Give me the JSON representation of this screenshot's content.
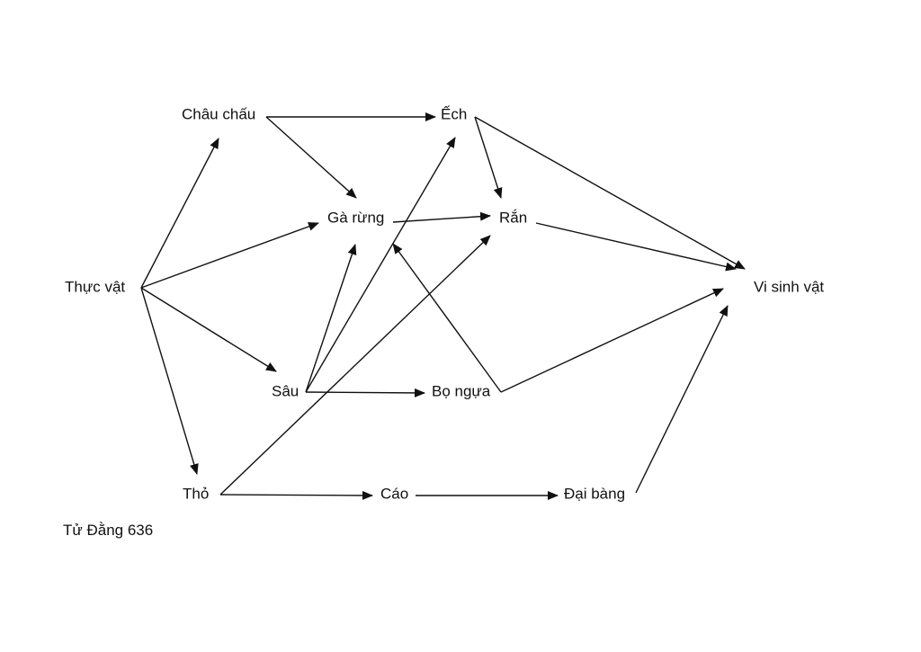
{
  "diagram": {
    "nodes": [
      {
        "id": "thuc-vat",
        "label": "Thực vật"
      },
      {
        "id": "chau-chau",
        "label": "Châu chấu"
      },
      {
        "id": "ech",
        "label": "Ếch"
      },
      {
        "id": "ga-rung",
        "label": "Gà rừng"
      },
      {
        "id": "ran",
        "label": "Rắn"
      },
      {
        "id": "sau",
        "label": "Sâu"
      },
      {
        "id": "bo-ngua",
        "label": "Bọ ngựa"
      },
      {
        "id": "tho",
        "label": "Thỏ"
      },
      {
        "id": "cao",
        "label": "Cáo"
      },
      {
        "id": "dai-bang",
        "label": "Đại bàng"
      },
      {
        "id": "vi-sinh-vat",
        "label": "Vi sinh vật"
      }
    ],
    "edges": [
      {
        "from": "thuc-vat",
        "to": "chau-chau"
      },
      {
        "from": "thuc-vat",
        "to": "ga-rung"
      },
      {
        "from": "thuc-vat",
        "to": "sau"
      },
      {
        "from": "thuc-vat",
        "to": "tho"
      },
      {
        "from": "chau-chau",
        "to": "ech"
      },
      {
        "from": "chau-chau",
        "to": "ga-rung"
      },
      {
        "from": "ech",
        "to": "ran"
      },
      {
        "from": "ech",
        "to": "vi-sinh-vat"
      },
      {
        "from": "ga-rung",
        "to": "ran"
      },
      {
        "from": "ran",
        "to": "vi-sinh-vat"
      },
      {
        "from": "sau",
        "to": "ga-rung"
      },
      {
        "from": "sau",
        "to": "ech"
      },
      {
        "from": "sau",
        "to": "bo-ngua"
      },
      {
        "from": "bo-ngua",
        "to": "ga-rung"
      },
      {
        "from": "bo-ngua",
        "to": "vi-sinh-vat"
      },
      {
        "from": "tho",
        "to": "ran"
      },
      {
        "from": "tho",
        "to": "cao"
      },
      {
        "from": "cao",
        "to": "dai-bang"
      },
      {
        "from": "dai-bang",
        "to": "vi-sinh-vat"
      }
    ],
    "credit": "Tử Đằng 636"
  }
}
